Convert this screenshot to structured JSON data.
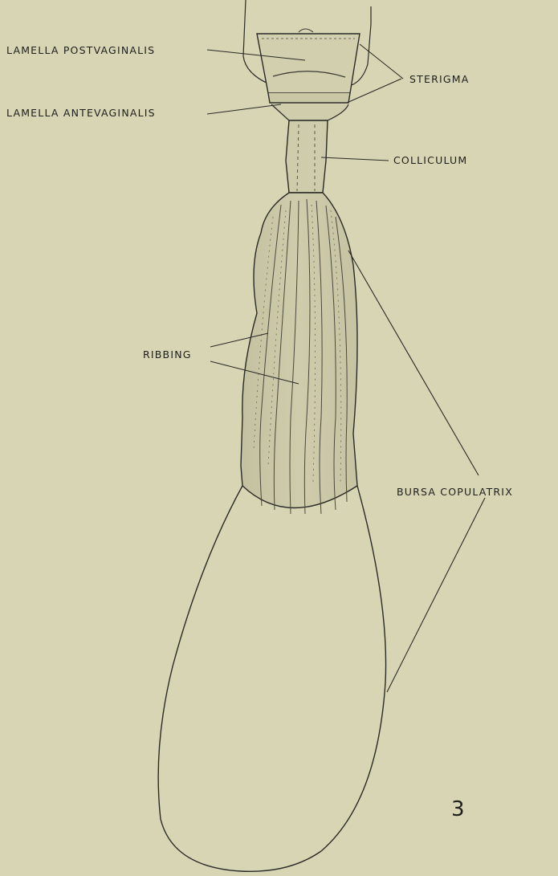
{
  "figure": {
    "number": "3",
    "labels": {
      "lamella_postvaginalis": "LAMELLA POSTVAGINALIS",
      "lamella_antevaginalis": "LAMELLA ANTEVAGINALIS",
      "sterigma": "STERIGMA",
      "colliculum": "COLLICULUM",
      "ribbing": "RIBBING",
      "bursa_copulatrix": "BURSA COPULATRIX"
    },
    "colors": {
      "background": "#d8d5b4",
      "ink": "#1e1e1c",
      "shading": "#c9c6a6"
    }
  }
}
